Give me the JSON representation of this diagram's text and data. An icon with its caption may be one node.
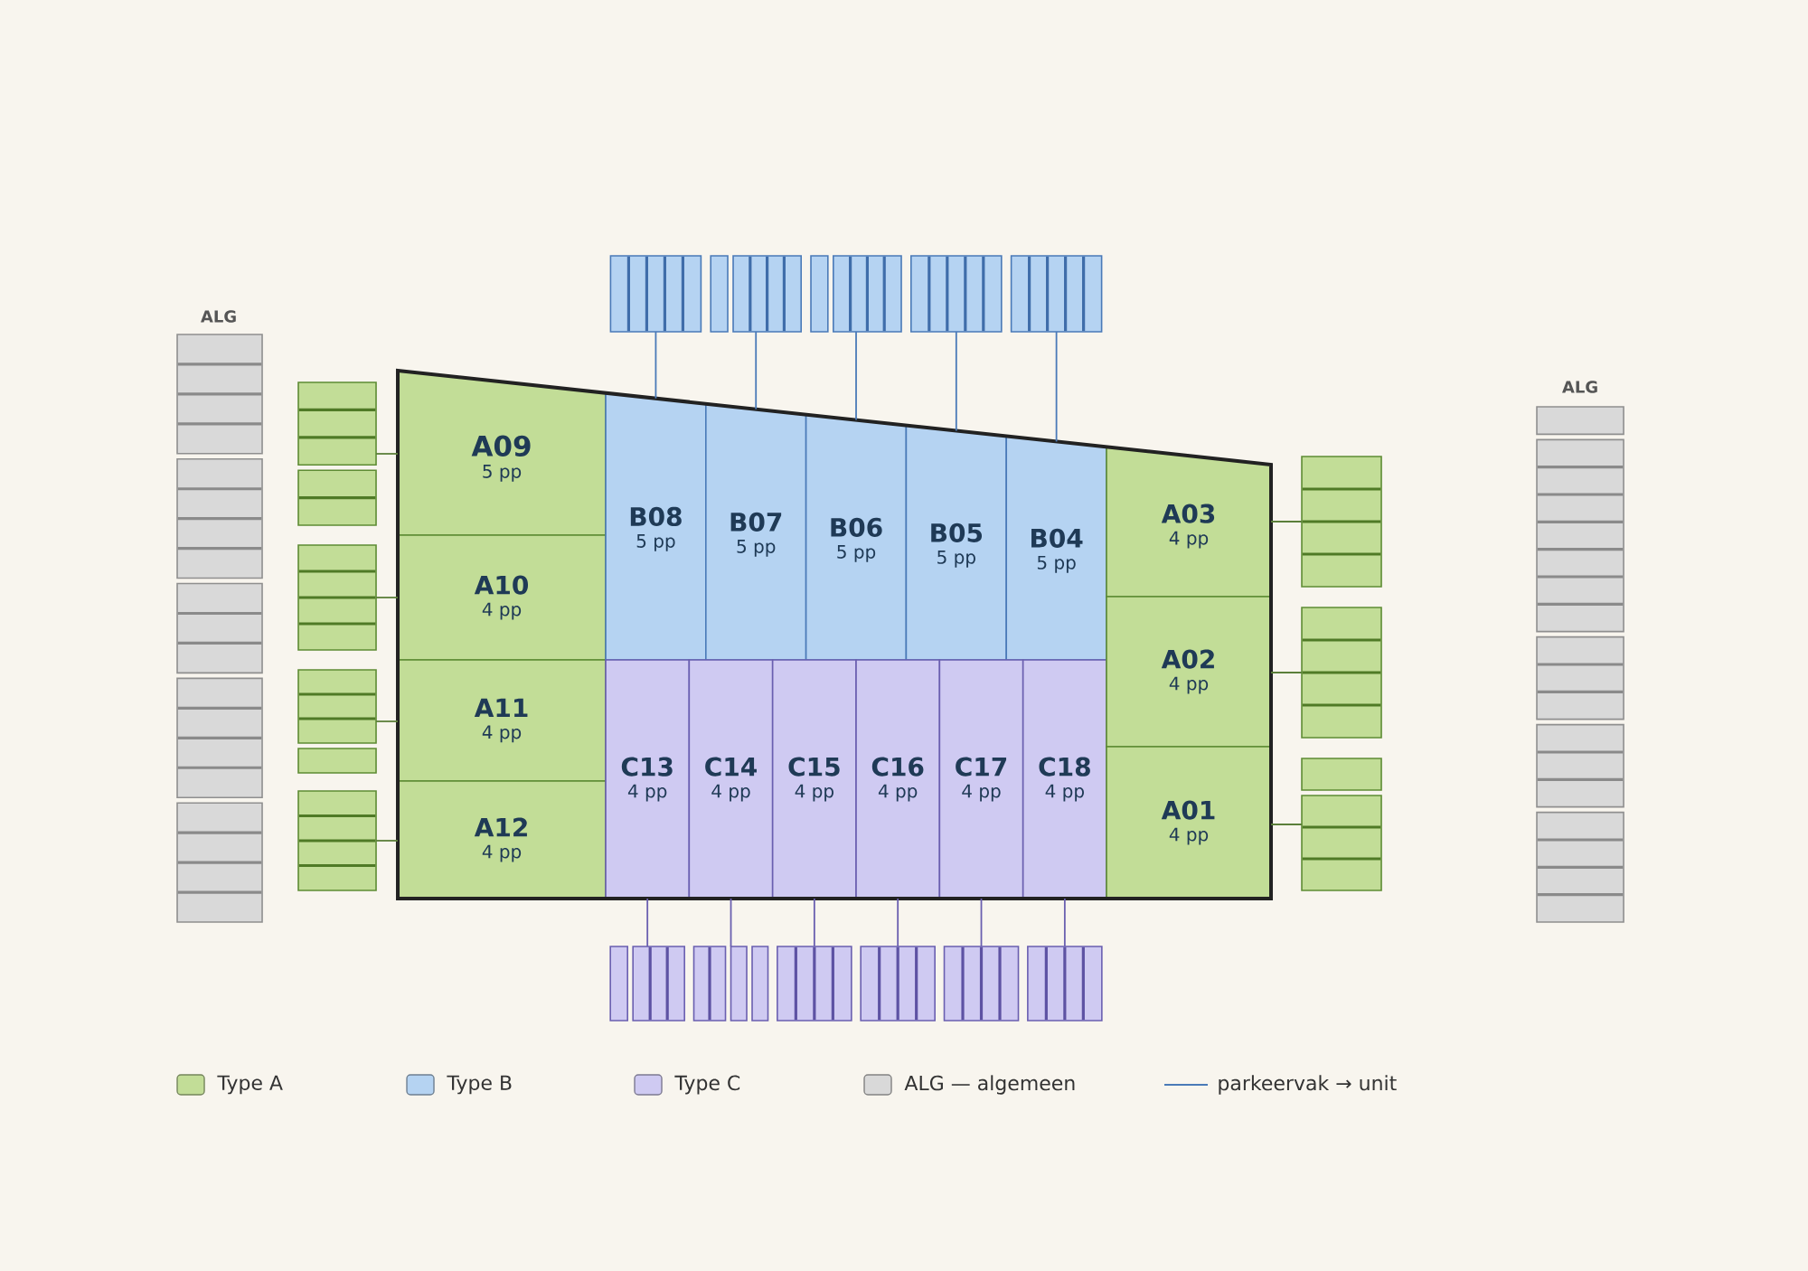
{
  "diagram": {
    "nodes": [
      {
        "text": [
          "ALG"
        ]
      },
      {
        "text": [],
        "shape": "box"
      },
      {
        "text": [],
        "shape": "box"
      },
      {
        "text": [],
        "shape": "box"
      },
      {
        "text": [],
        "shape": "box"
      },
      {
        "text": [
          "A09",
          "5 pp"
        ]
      },
      {
        "text": [
          "A10",
          "4 pp"
        ]
      },
      {
        "text": [
          "A11",
          "4 pp"
        ]
      },
      {
        "text": [
          "A12",
          "4 pp"
        ]
      },
      {
        "text": [],
        "shape": "box"
      },
      {
        "text": [],
        "shape": "box"
      },
      {
        "text": [],
        "shape": "box"
      },
      {
        "text": [],
        "shape": "box"
      },
      {
        "text": [],
        "shape": "box"
      },
      {
        "text": [
          "B08",
          "5 pp"
        ]
      },
      {
        "text": [
          "B07",
          "5 pp"
        ]
      },
      {
        "text": [
          "B06",
          "5 pp"
        ]
      },
      {
        "text": [
          "B05",
          "5 pp"
        ]
      },
      {
        "text": [
          "B04",
          "5 pp"
        ]
      },
      {
        "text": [
          "C13",
          "4 pp"
        ]
      },
      {
        "text": [
          "C14",
          "4 pp"
        ]
      },
      {
        "text": [
          "C15",
          "4 pp"
        ]
      },
      {
        "text": [
          "C16",
          "4 pp"
        ]
      },
      {
        "text": [
          "C17",
          "4 pp"
        ]
      },
      {
        "text": [
          "C18",
          "4 pp"
        ]
      },
      {
        "text": [],
        "shape": "box"
      },
      {
        "text": [],
        "shape": "box"
      },
      {
        "text": [],
        "shape": "box"
      },
      {
        "text": [],
        "shape": "box"
      },
      {
        "text": [],
        "shape": "box"
      },
      {
        "text": [],
        "shape": "box"
      },
      {
        "text": [
          "A03",
          "4 pp"
        ]
      },
      {
        "text": [
          "A02",
          "4 pp"
        ]
      },
      {
        "text": [
          "A01",
          "4 pp"
        ]
      },
      {
        "text": [],
        "shape": "box"
      },
      {
        "text": [],
        "shape": "box"
      },
      {
        "text": [],
        "shape": "box"
      },
      {
        "text": [
          "ALG"
        ]
      }
    ],
    "edges": [
      {
        "from": 1,
        "to": 5,
        "arrow": "none"
      },
      {
        "from": 2,
        "to": 6,
        "arrow": "none"
      },
      {
        "from": 3,
        "to": 7,
        "arrow": "none"
      },
      {
        "from": 4,
        "to": 8,
        "arrow": "none"
      },
      {
        "from": 9,
        "to": 14,
        "arrow": "none",
        "color": "#4a7ab8"
      },
      {
        "from": 10,
        "to": 15,
        "arrow": "none",
        "color": "#4a7ab8"
      },
      {
        "from": 11,
        "to": 16,
        "arrow": "none",
        "color": "#4a7ab8"
      },
      {
        "from": 12,
        "to": 17,
        "arrow": "none",
        "color": "#4a7ab8"
      },
      {
        "from": 13,
        "to": 18,
        "arrow": "none",
        "color": "#4a7ab8"
      },
      {
        "from": 25,
        "to": 19,
        "arrow": "none",
        "color": "#6a5fb0"
      },
      {
        "from": 26,
        "to": 20,
        "arrow": "none",
        "color": "#6a5fb0"
      },
      {
        "from": 27,
        "to": 21,
        "arrow": "none",
        "color": "#6a5fb0"
      },
      {
        "from": 28,
        "to": 22,
        "arrow": "none",
        "color": "#6a5fb0"
      },
      {
        "from": 29,
        "to": 23,
        "arrow": "none",
        "color": "#6a5fb0"
      },
      {
        "from": 30,
        "to": 24,
        "arrow": "none",
        "color": "#6a5fb0"
      },
      {
        "from": 34,
        "to": 31,
        "arrow": "none"
      },
      {
        "from": 35,
        "to": 32,
        "arrow": "none"
      },
      {
        "from": 36,
        "to": 33,
        "arrow": "none"
      }
    ],
    "legend": [
      {
        "text": "Type A",
        "color": "#c2dd97"
      },
      {
        "text": "Type B",
        "color": "#b5d3f2"
      },
      {
        "text": "Type C",
        "color": "#cfcaf2"
      },
      {
        "text": "ALG — algemeen",
        "color": "#d9d9d9"
      },
      {
        "text": "parkeervak → unit"
      }
    ]
  }
}
